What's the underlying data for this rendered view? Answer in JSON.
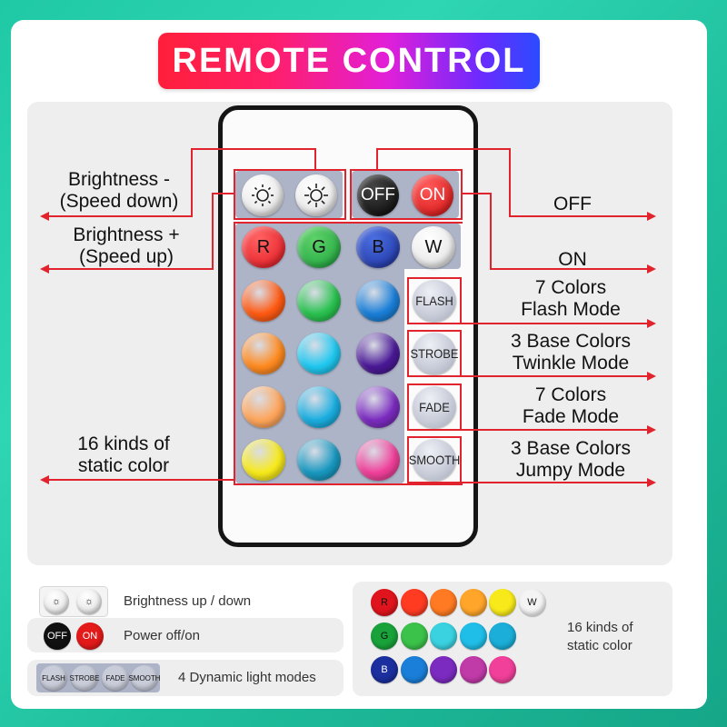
{
  "title": "REMOTE CONTROL",
  "remote": {
    "brightness_buttons": [
      "brightness-down-icon",
      "brightness-up-icon"
    ],
    "power": {
      "off": "OFF",
      "on": "ON"
    },
    "rgbw": [
      "R",
      "G",
      "B",
      "W"
    ],
    "modes": [
      "FLASH",
      "STROBE",
      "FADE",
      "SMOOTH"
    ]
  },
  "labels": {
    "brightness_down": "Brightness -\n(Speed down)",
    "brightness_up": "Brightness +\n(Speed up)",
    "static": "16 kinds of\nstatic color",
    "off": "OFF",
    "on": "ON",
    "flash": "7 Colors\nFlash Mode",
    "strobe": "3 Base Colors\nTwinkle Mode",
    "fade": "7 Colors\nFade Mode",
    "smooth": "3 Base Colors\nJumpy Mode"
  },
  "legend": {
    "brightness": "Brightness up / down",
    "power": "Power off/on",
    "power_off": "OFF",
    "power_on": "ON",
    "modes": "4 Dynamic light modes",
    "mode_labels": [
      "FLASH",
      "STROBE",
      "FADE",
      "SMOOTH"
    ],
    "static": "16 kinds of\nstatic color",
    "rgbw": [
      "R",
      "G",
      "B",
      "W"
    ]
  },
  "colors": {
    "accent_red": "#e0232c",
    "grid": [
      [
        "#ff3b22",
        "#39b54a",
        "#1b5fc9"
      ],
      [
        "#ff5a12",
        "#29c24f",
        "#1a7fd8"
      ],
      [
        "#ff8a1f",
        "#1fc8f0",
        "#4a1896"
      ],
      [
        "#ffa55a",
        "#1aaee0",
        "#7b2bbf"
      ],
      [
        "#f8ea1a",
        "#1898c0",
        "#f0409a"
      ]
    ]
  }
}
